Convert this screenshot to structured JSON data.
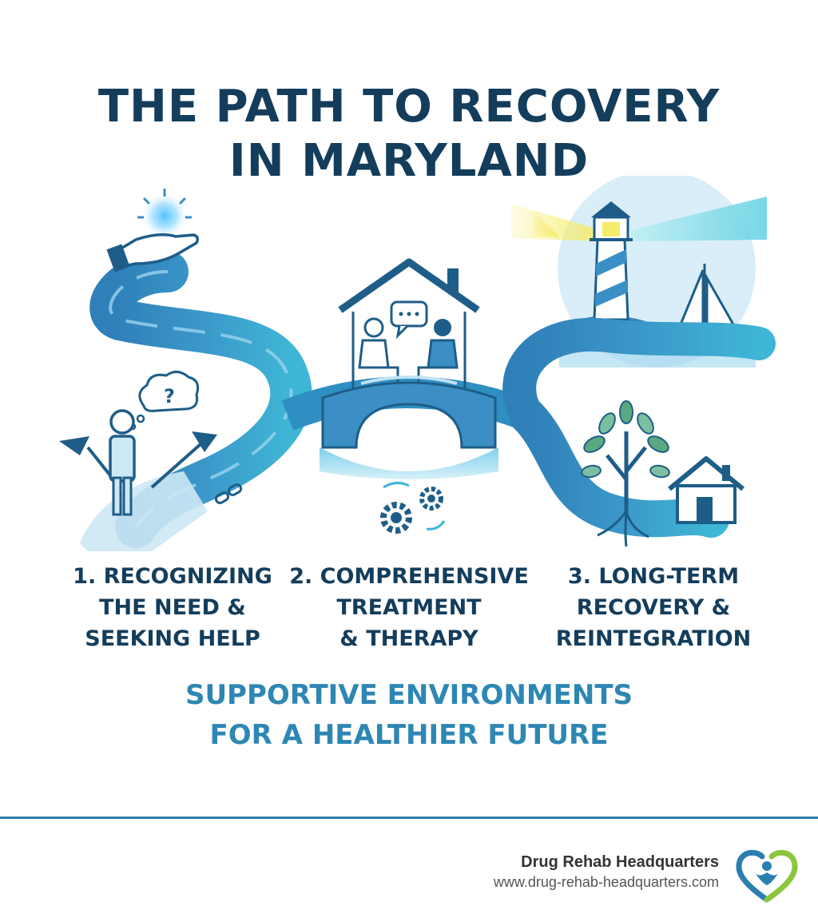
{
  "title": {
    "line1": "THE PATH TO RECOVERY",
    "line2": "IN MARYLAND"
  },
  "steps": [
    {
      "line1": "1. RECOGNIZING",
      "line2": "THE NEED &",
      "line3": "SEEKING HELP"
    },
    {
      "line1": "2. COMPREHENSIVE",
      "line2": "TREATMENT",
      "line3": "& THERAPY"
    },
    {
      "line1": "3. LONG-TERM",
      "line2": "RECOVERY &",
      "line3": "REINTEGRATION"
    }
  ],
  "illustration": {
    "icons": [
      "helping-hand-icon",
      "person-crossroads-icon",
      "question-thought-icon",
      "broken-chain-icon",
      "house-counseling-icon",
      "speech-bubble-icon",
      "bridge-icon",
      "gears-icon",
      "lighthouse-icon",
      "sailboat-icon",
      "tree-roots-icon",
      "home-icon"
    ],
    "colors": {
      "path": "#3b8fc4",
      "path_light": "#7fc3e6",
      "dark": "#1e5d88",
      "accent": "#4fc3e0",
      "beam": "#f2e86a"
    }
  },
  "tagline": {
    "line1": "SUPPORTIVE ENVIRONMENTS",
    "line2": "FOR A HEALTHIER FUTURE"
  },
  "footer": {
    "name": "Drug Rehab Headquarters",
    "url": "www.drug-rehab-headquarters.com"
  },
  "colors": {
    "title": "#143d5c",
    "tagline": "#2e87b3",
    "divider": "#2a7fae"
  }
}
